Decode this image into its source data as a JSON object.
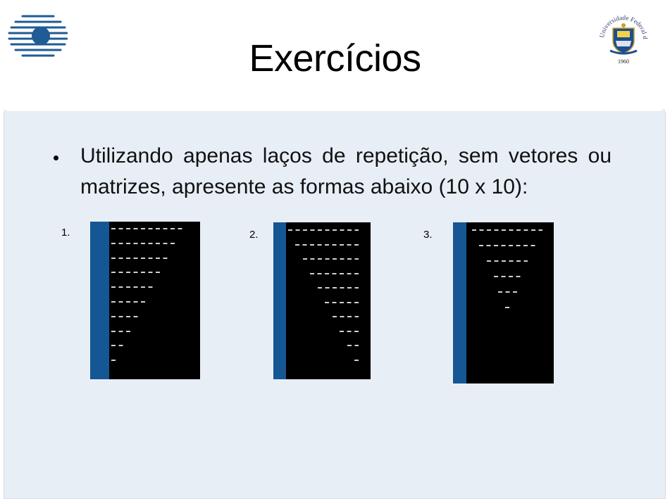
{
  "slide": {
    "title": "Exercícios",
    "logo_left_icon": "institute-logo-icon",
    "logo_right": {
      "icon": "ufsm-seal-icon",
      "ring_text": "Universidade Federal de Santa Maria",
      "year": "1960"
    },
    "bullet": "Utilizando apenas laços de repetição, sem vetores ou matrizes, apresente as formas abaixo (10 x 10):",
    "figures": [
      {
        "number": "1.",
        "shape": "descending-left-aligned",
        "rows": [
          10,
          9,
          8,
          7,
          6,
          5,
          4,
          3,
          2,
          1
        ]
      },
      {
        "number": "2.",
        "shape": "descending-right-aligned",
        "rows": [
          10,
          9,
          8,
          7,
          6,
          5,
          4,
          3,
          2,
          1
        ]
      },
      {
        "number": "3.",
        "shape": "inverted-triangle-centered",
        "rows": [
          10,
          8,
          6,
          4,
          3,
          1
        ]
      }
    ]
  },
  "colors": {
    "header_bg": "#ffffff",
    "content_bg": "#e8eef6",
    "terminal_bg": "#000000",
    "terminal_bar": "#155694",
    "dash": "#cfcfcf",
    "logo_blue": "#1f5b95"
  }
}
